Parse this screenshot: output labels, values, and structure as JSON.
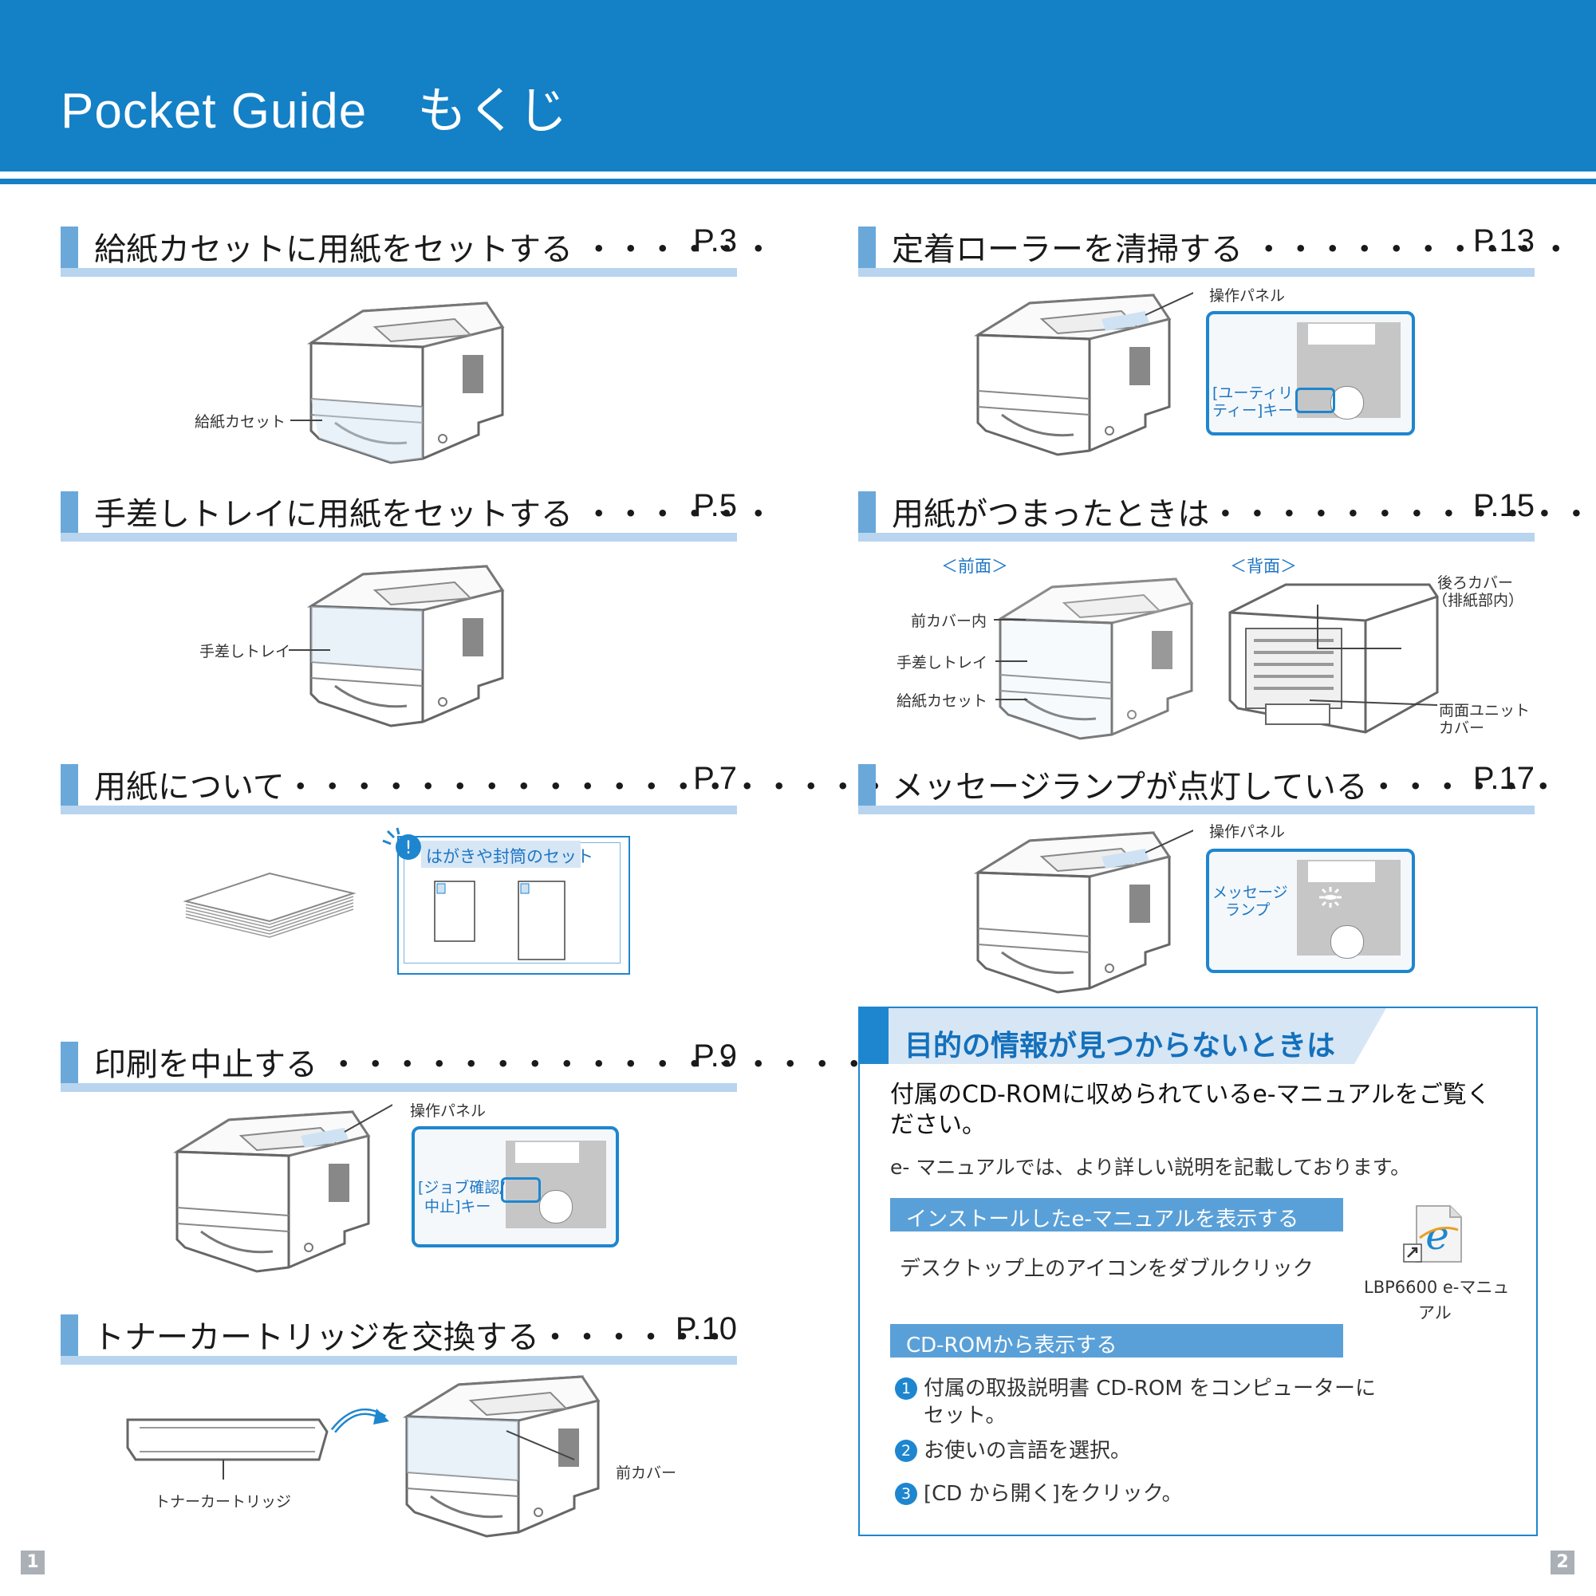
{
  "header": {
    "title": "Pocket Guide　もくじ",
    "color": "#1480c6"
  },
  "sections": [
    {
      "title": "給紙カセットに用紙をセットする ・・・・・・",
      "page": "P.3"
    },
    {
      "title": "手差しトレイに用紙をセットする ・・・・・・",
      "page": "P.5"
    },
    {
      "title": "用紙について・・・・・・・・・・・・・・・・・・・",
      "page": "P.7"
    },
    {
      "title": "印刷を中止する ・・・・・・・・・・・・・・・・・",
      "page": "P.9"
    },
    {
      "title": "トナーカートリッジを交換する・・・・・・",
      "page": "P.10"
    },
    {
      "title": "定着ローラーを清掃する ・・・・・・・・・・",
      "page": "P.13"
    },
    {
      "title": "用紙がつまったときは・・・・・・・・・・・・・",
      "page": "P.15"
    },
    {
      "title": "メッセージランプが点灯している・・・・・・",
      "page": "P.17"
    }
  ],
  "labels": {
    "cassette": "給紙カセット",
    "manual_tray": "手差しトレイ",
    "paper_note": "はがきや封筒のセット",
    "panel": "操作パネル",
    "job_key_1": "[ジョブ確認/",
    "job_key_2": "中止]キー",
    "toner": "トナーカートリッジ",
    "front_cover": "前カバー",
    "panel_2": "操作パネル",
    "utility_key_1": "[ユーティリ",
    "utility_key_2": "ティー]キー",
    "front_view": "＜前面＞",
    "back_view": "＜背面＞",
    "front_cover_inside": "前カバー内",
    "manual_tray_2": "手差しトレイ",
    "cassette_2": "給紙カセット",
    "rear_cover_1": "後ろカバー",
    "rear_cover_2": "（排紙部内）",
    "duplex_cover_1": "両面ユニット",
    "duplex_cover_2": "カバー",
    "panel_3": "操作パネル",
    "message_lamp_1": "メッセージ",
    "message_lamp_2": "ランプ"
  },
  "info": {
    "heading": "目的の情報が見つからないときは",
    "lead": "付属のCD-ROMに収められているe-マニュアルをご覧ください。",
    "desc": "e- マニュアルでは、より詳しい説明を記載しております。",
    "sub1": "インストールしたe-マニュアルを表示する",
    "sub1_text": "デスクトップ上のアイコンをダブルクリック",
    "icon_label_1": "LBP6600 e-マニュ",
    "icon_label_2": "アル",
    "sub2": "CD-ROMから表示する",
    "steps": [
      {
        "num": "1",
        "text_1": "付属の取扱説明書 CD-ROM をコンピューターに",
        "text_2": "セット。"
      },
      {
        "num": "2",
        "text_1": "お使いの言語を選択。",
        "text_2": ""
      },
      {
        "num": "3",
        "text_1": "[CD から開く]をクリック。",
        "text_2": ""
      }
    ]
  },
  "page_numbers": {
    "left": "1",
    "right": "2"
  }
}
